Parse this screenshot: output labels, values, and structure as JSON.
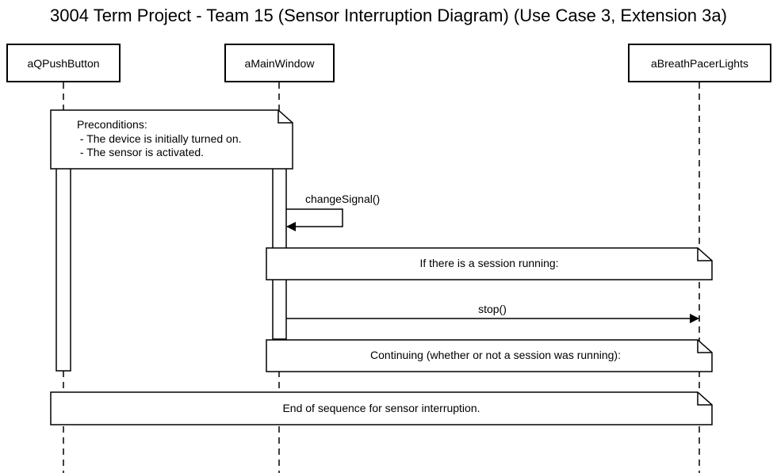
{
  "title": "3004 Term Project - Team 15 (Sensor Interruption Diagram) (Use Case 3, Extension 3a)",
  "lifelines": [
    {
      "name": "aQPushButton"
    },
    {
      "name": "aMainWindow"
    },
    {
      "name": "aBreathPacerLights"
    }
  ],
  "notes": {
    "preconditions": {
      "lines": [
        "Preconditions:",
        " - The device is initially turned on.",
        " - The sensor is activated."
      ]
    },
    "session_running": {
      "text": "If there is a session running:"
    },
    "continuing": {
      "text": "Continuing (whether or not a session was running):"
    },
    "end": {
      "text": "End of sequence for sensor interruption."
    }
  },
  "messages": {
    "change_signal": {
      "label": "changeSignal()"
    },
    "stop": {
      "label": "stop()"
    }
  }
}
